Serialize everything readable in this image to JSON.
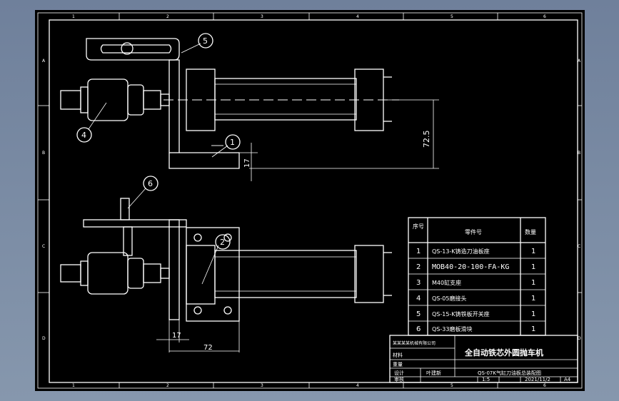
{
  "frame": {
    "col_markers_top": [
      "1",
      "2",
      "3",
      "4",
      "5",
      "6"
    ],
    "col_markers_bottom": [
      "1",
      "2",
      "3",
      "4",
      "5",
      "6"
    ],
    "row_markers_left": [
      "A",
      "B",
      "C",
      "D"
    ],
    "row_markers_right": [
      "A",
      "B",
      "C",
      "D"
    ]
  },
  "balloons": [
    "1",
    "2",
    "4",
    "5",
    "6"
  ],
  "dimensions": {
    "top_height": "72.5",
    "top_small": "17",
    "bottom_small": "17",
    "bottom_width": "72"
  },
  "parts_table": {
    "headers": [
      "序号",
      "零件号",
      "数量"
    ],
    "rows": [
      {
        "no": "1",
        "part": "QS-13-K铸造刀油板座",
        "qty": "1"
      },
      {
        "no": "2",
        "part": "MOB40-20-100-FA-KG",
        "qty": "1"
      },
      {
        "no": "3",
        "part": "M40缸支座",
        "qty": "1"
      },
      {
        "no": "4",
        "part": "QS-05磨接头",
        "qty": "1"
      },
      {
        "no": "5",
        "part": "QS-15-K铸铁板开关座",
        "qty": "1"
      },
      {
        "no": "6",
        "part": "QS-33磨板滑块",
        "qty": "1"
      }
    ]
  },
  "title_block": {
    "company": "某某某某机械有限公司",
    "title": "全自动铁芯外圆抛车机",
    "drawing_name": "QS-07K气缸刀油板总装配图",
    "material_label": "材料",
    "weight_label": "重量",
    "design_label": "设计",
    "designer": "叶建新",
    "check_label": "审核",
    "scale": "1:5",
    "date": "2021/11/2",
    "sheet_size": "A4"
  }
}
